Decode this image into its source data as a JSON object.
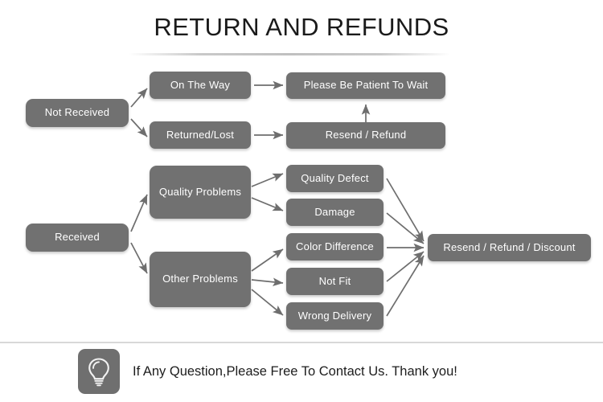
{
  "page": {
    "title": "RETURN AND REFUNDS",
    "background_color": "#ffffff",
    "node_color": "#717171",
    "node_text_color": "#ffffff",
    "arrow_color": "#6e6e6e",
    "divider_color": "#d8d8d8"
  },
  "chart_data": {
    "type": "diagram",
    "title": "RETURN AND REFUNDS",
    "nodes": [
      {
        "id": "not-received",
        "label": "Not Received",
        "column": 0
      },
      {
        "id": "received",
        "label": "Received",
        "column": 0
      },
      {
        "id": "on-the-way",
        "label": "On The Way",
        "column": 1
      },
      {
        "id": "returned-lost",
        "label": "Returned/Lost",
        "column": 1
      },
      {
        "id": "quality-problems",
        "label": "Quality Problems",
        "column": 1
      },
      {
        "id": "other-problems",
        "label": "Other Problems",
        "column": 1
      },
      {
        "id": "be-patient",
        "label": "Please Be Patient To Wait",
        "column": 2
      },
      {
        "id": "resend-refund",
        "label": "Resend / Refund",
        "column": 2
      },
      {
        "id": "quality-defect",
        "label": "Quality Defect",
        "column": 2
      },
      {
        "id": "damage",
        "label": "Damage",
        "column": 2
      },
      {
        "id": "color-difference",
        "label": "Color Difference",
        "column": 2
      },
      {
        "id": "not-fit",
        "label": "Not Fit",
        "column": 2
      },
      {
        "id": "wrong-delivery",
        "label": "Wrong Delivery",
        "column": 2
      },
      {
        "id": "resend-refund-discount",
        "label": "Resend / Refund / Discount",
        "column": 3
      }
    ],
    "edges": [
      {
        "from": "not-received",
        "to": "on-the-way"
      },
      {
        "from": "not-received",
        "to": "returned-lost"
      },
      {
        "from": "on-the-way",
        "to": "be-patient"
      },
      {
        "from": "returned-lost",
        "to": "resend-refund"
      },
      {
        "from": "resend-refund",
        "to": "be-patient"
      },
      {
        "from": "received",
        "to": "quality-problems"
      },
      {
        "from": "received",
        "to": "other-problems"
      },
      {
        "from": "quality-problems",
        "to": "quality-defect"
      },
      {
        "from": "quality-problems",
        "to": "damage"
      },
      {
        "from": "other-problems",
        "to": "color-difference"
      },
      {
        "from": "other-problems",
        "to": "not-fit"
      },
      {
        "from": "other-problems",
        "to": "wrong-delivery"
      },
      {
        "from": "quality-defect",
        "to": "resend-refund-discount"
      },
      {
        "from": "damage",
        "to": "resend-refund-discount"
      },
      {
        "from": "color-difference",
        "to": "resend-refund-discount"
      },
      {
        "from": "not-fit",
        "to": "resend-refund-discount"
      },
      {
        "from": "wrong-delivery",
        "to": "resend-refund-discount"
      }
    ]
  },
  "nodes": {
    "not_received": "Not Received",
    "received": "Received",
    "on_the_way": "On The Way",
    "returned_lost": "Returned/Lost",
    "quality_problems": "Quality Problems",
    "other_problems": "Other Problems",
    "be_patient": "Please Be Patient To Wait",
    "resend_refund": "Resend / Refund",
    "quality_defect": "Quality Defect",
    "damage": "Damage",
    "color_difference": "Color Difference",
    "not_fit": "Not Fit",
    "wrong_delivery": "Wrong Delivery",
    "resend_refund_discount": "Resend / Refund / Discount"
  },
  "footer": {
    "icon": "lightbulb-icon",
    "text": "If Any Question,Please Free To Contact Us. Thank you!"
  }
}
